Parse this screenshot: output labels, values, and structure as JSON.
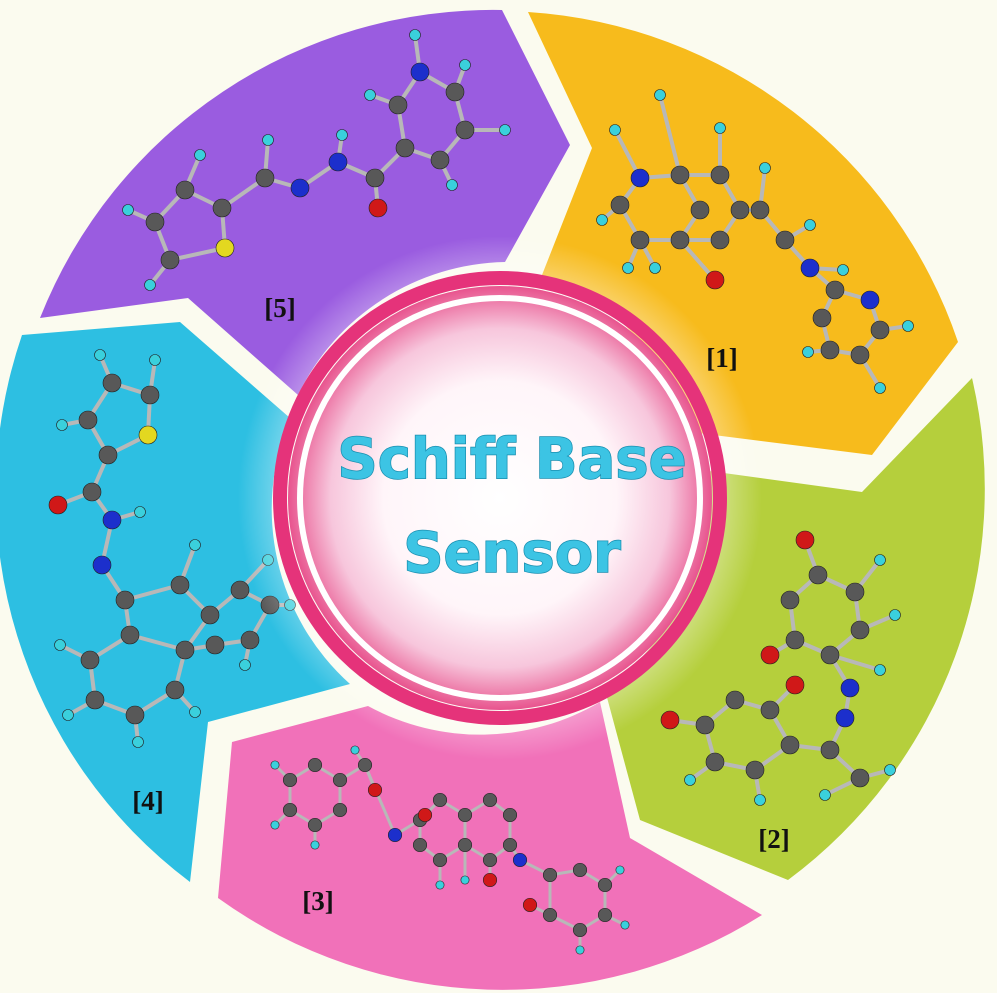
{
  "center": {
    "title_line1": "Schiff Base",
    "title_line2": "Sensor",
    "text_color": "#3cc4e4",
    "ring_color": "#e5337a"
  },
  "segments": [
    {
      "id": "1",
      "label": "[1]",
      "color": "#f7bb1c"
    },
    {
      "id": "2",
      "label": "[2]",
      "color": "#b5cf3c"
    },
    {
      "id": "3",
      "label": "[3]",
      "color": "#f171b9"
    },
    {
      "id": "4",
      "label": "[4]",
      "color": "#2dbfe2"
    },
    {
      "id": "5",
      "label": "[5]",
      "color": "#9a5ce0"
    }
  ],
  "atom_colors": {
    "carbon": "#585858",
    "hydrogen": "#3ad0dc",
    "nitrogen": "#1c2fcc",
    "oxygen": "#d01818",
    "sulfur": "#e3d820"
  }
}
